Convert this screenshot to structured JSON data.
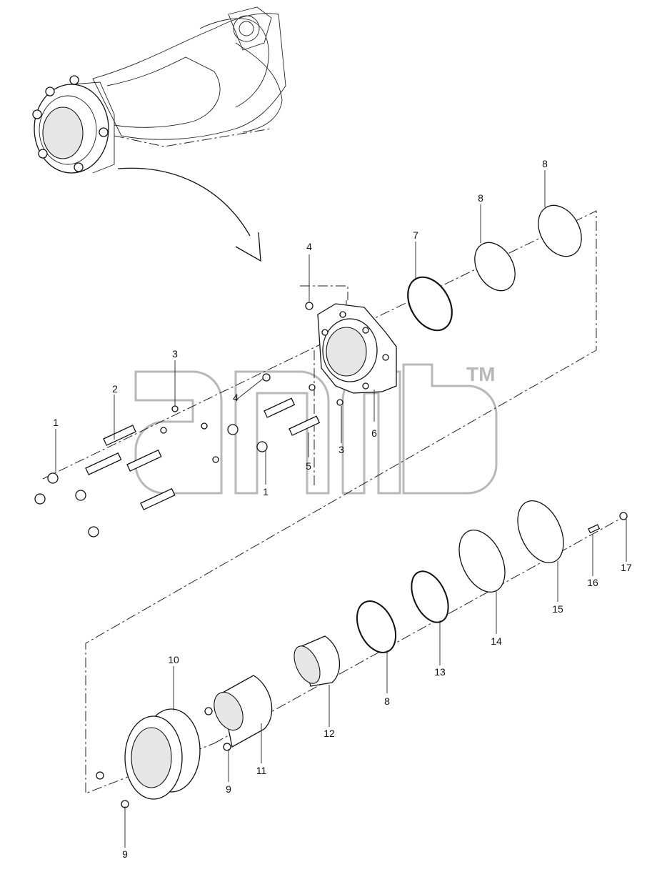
{
  "watermark": {
    "symbol": "TM"
  },
  "callouts": [
    {
      "id": "c1a",
      "text": "1"
    },
    {
      "id": "c1b",
      "text": "1"
    },
    {
      "id": "c2",
      "text": "2"
    },
    {
      "id": "c3a",
      "text": "3"
    },
    {
      "id": "c3b",
      "text": "3"
    },
    {
      "id": "c4a",
      "text": "4"
    },
    {
      "id": "c4b",
      "text": "4"
    },
    {
      "id": "c5",
      "text": "5"
    },
    {
      "id": "c6",
      "text": "6"
    },
    {
      "id": "c7",
      "text": "7"
    },
    {
      "id": "c8a",
      "text": "8"
    },
    {
      "id": "c8b",
      "text": "8"
    },
    {
      "id": "c8c",
      "text": "8"
    },
    {
      "id": "c9a",
      "text": "9"
    },
    {
      "id": "c9b",
      "text": "9"
    },
    {
      "id": "c10",
      "text": "10"
    },
    {
      "id": "c11",
      "text": "11"
    },
    {
      "id": "c12",
      "text": "12"
    },
    {
      "id": "c13",
      "text": "13"
    },
    {
      "id": "c14",
      "text": "14"
    },
    {
      "id": "c15",
      "text": "15"
    },
    {
      "id": "c16",
      "text": "16"
    },
    {
      "id": "c17",
      "text": "17"
    }
  ]
}
